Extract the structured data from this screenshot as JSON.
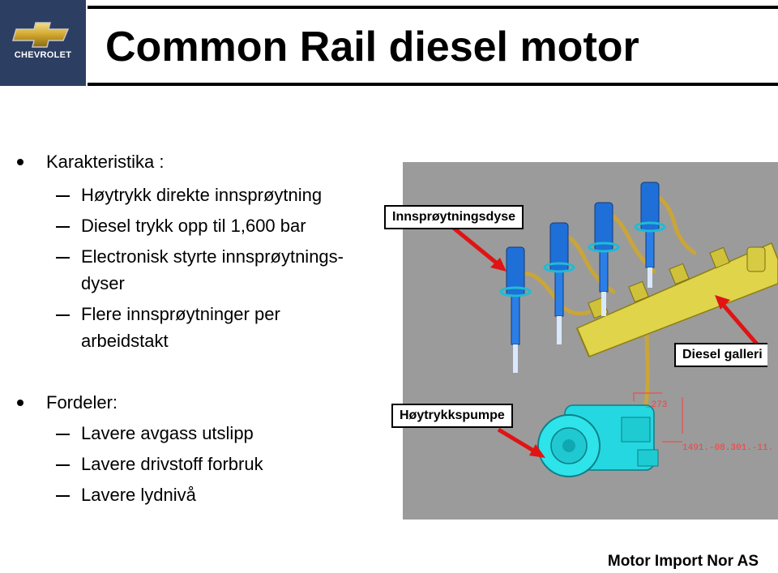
{
  "logo": {
    "brand": "CHEVROLET"
  },
  "title": "Common Rail  diesel motor",
  "bullets": [
    {
      "label": "Karakteristika :",
      "items": [
        "Høytrykk direkte innsprøytning",
        "Diesel trykk opp til 1,600 bar",
        "Electronisk styrte innsprøytnings-",
        "dyser",
        "Flere innsprøytninger per",
        "arbeidstakt"
      ]
    },
    {
      "label": "Fordeler:",
      "items": [
        "Lavere avgass utslipp",
        "Lavere drivstoff forbruk",
        "Lavere lydnivå"
      ]
    }
  ],
  "figure": {
    "callouts": {
      "injector": "Innsprøytningsdyse",
      "rail": "Diesel galleri",
      "pump": "Høytrykkspumpe"
    },
    "diagram_text": {
      "top": "_273",
      "side": "1491.-08.301.-11."
    },
    "colors": {
      "background": "#9b9b9b",
      "injector_blue": "#1f6fd8",
      "rail_yellow": "#e3d84a",
      "pump_cyan": "#24d7e0",
      "arrow_red": "#e01414"
    }
  },
  "footer": "Motor Import Nor AS"
}
